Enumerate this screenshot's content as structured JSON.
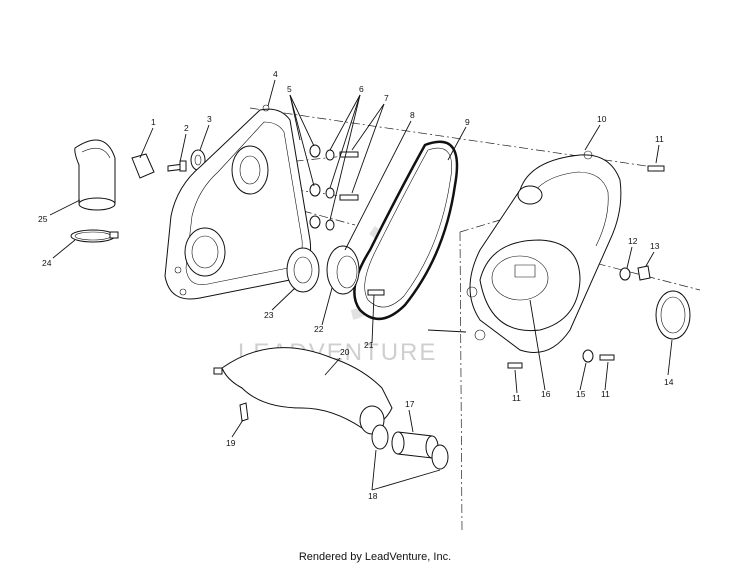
{
  "diagram": {
    "watermark_text": "LEADVENTURE",
    "footer_text": "Rendered by LeadVenture, Inc.",
    "callouts": [
      {
        "id": "c1",
        "label": "1"
      },
      {
        "id": "c2",
        "label": "2"
      },
      {
        "id": "c3",
        "label": "3"
      },
      {
        "id": "c4",
        "label": "4"
      },
      {
        "id": "c5",
        "label": "5"
      },
      {
        "id": "c6",
        "label": "6"
      },
      {
        "id": "c7",
        "label": "7"
      },
      {
        "id": "c8",
        "label": "8"
      },
      {
        "id": "c9",
        "label": "9"
      },
      {
        "id": "c10",
        "label": "10"
      },
      {
        "id": "c11a",
        "label": "11"
      },
      {
        "id": "c11b",
        "label": "11"
      },
      {
        "id": "c11c",
        "label": "11"
      },
      {
        "id": "c12",
        "label": "12"
      },
      {
        "id": "c13",
        "label": "13"
      },
      {
        "id": "c14",
        "label": "14"
      },
      {
        "id": "c15",
        "label": "15"
      },
      {
        "id": "c16",
        "label": "16"
      },
      {
        "id": "c17",
        "label": "17"
      },
      {
        "id": "c18",
        "label": "18"
      },
      {
        "id": "c19",
        "label": "19"
      },
      {
        "id": "c20",
        "label": "20"
      },
      {
        "id": "c21",
        "label": "21"
      },
      {
        "id": "c22",
        "label": "22"
      },
      {
        "id": "c23",
        "label": "23"
      },
      {
        "id": "c24",
        "label": "24"
      },
      {
        "id": "c25",
        "label": "25"
      }
    ]
  }
}
